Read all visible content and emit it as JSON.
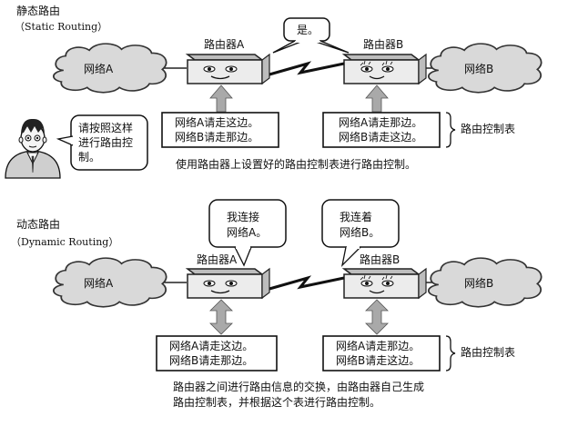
{
  "static": {
    "title": "静态路由",
    "subtitle": "（Static Routing）",
    "network_a": "网络A",
    "network_b": "网络B",
    "router_a": "路由器A",
    "router_b": "路由器B",
    "bubble_yes": "是。",
    "person_speech": [
      "请按照这样",
      "进行路由控",
      "制。"
    ],
    "table_a": [
      "网络A请走这边。",
      "网络B请走那边。"
    ],
    "table_b": [
      "网络A请走那边。",
      "网络B请走这边。"
    ],
    "table_label": "路由控制表",
    "caption": "使用路由器上设置好的路由控制表进行路由控制。"
  },
  "dynamic": {
    "title": "动态路由",
    "subtitle": "（Dynamic Routing）",
    "network_a": "网络A",
    "network_b": "网络B",
    "router_a": "路由器A",
    "router_b": "路由器B",
    "bubble_a": [
      "我连接",
      "网络A。"
    ],
    "bubble_b": [
      "我连着",
      "网络B。"
    ],
    "table_a": [
      "网络A请走这边。",
      "网络B请走那边。"
    ],
    "table_b": [
      "网络A请走那边。",
      "网络B请走这边。"
    ],
    "table_label": "路由控制表",
    "caption": [
      "路由器之间进行路由信息的交换，由路由器自己生成",
      "路由控制表，并根据这个表进行路由控制。"
    ]
  }
}
